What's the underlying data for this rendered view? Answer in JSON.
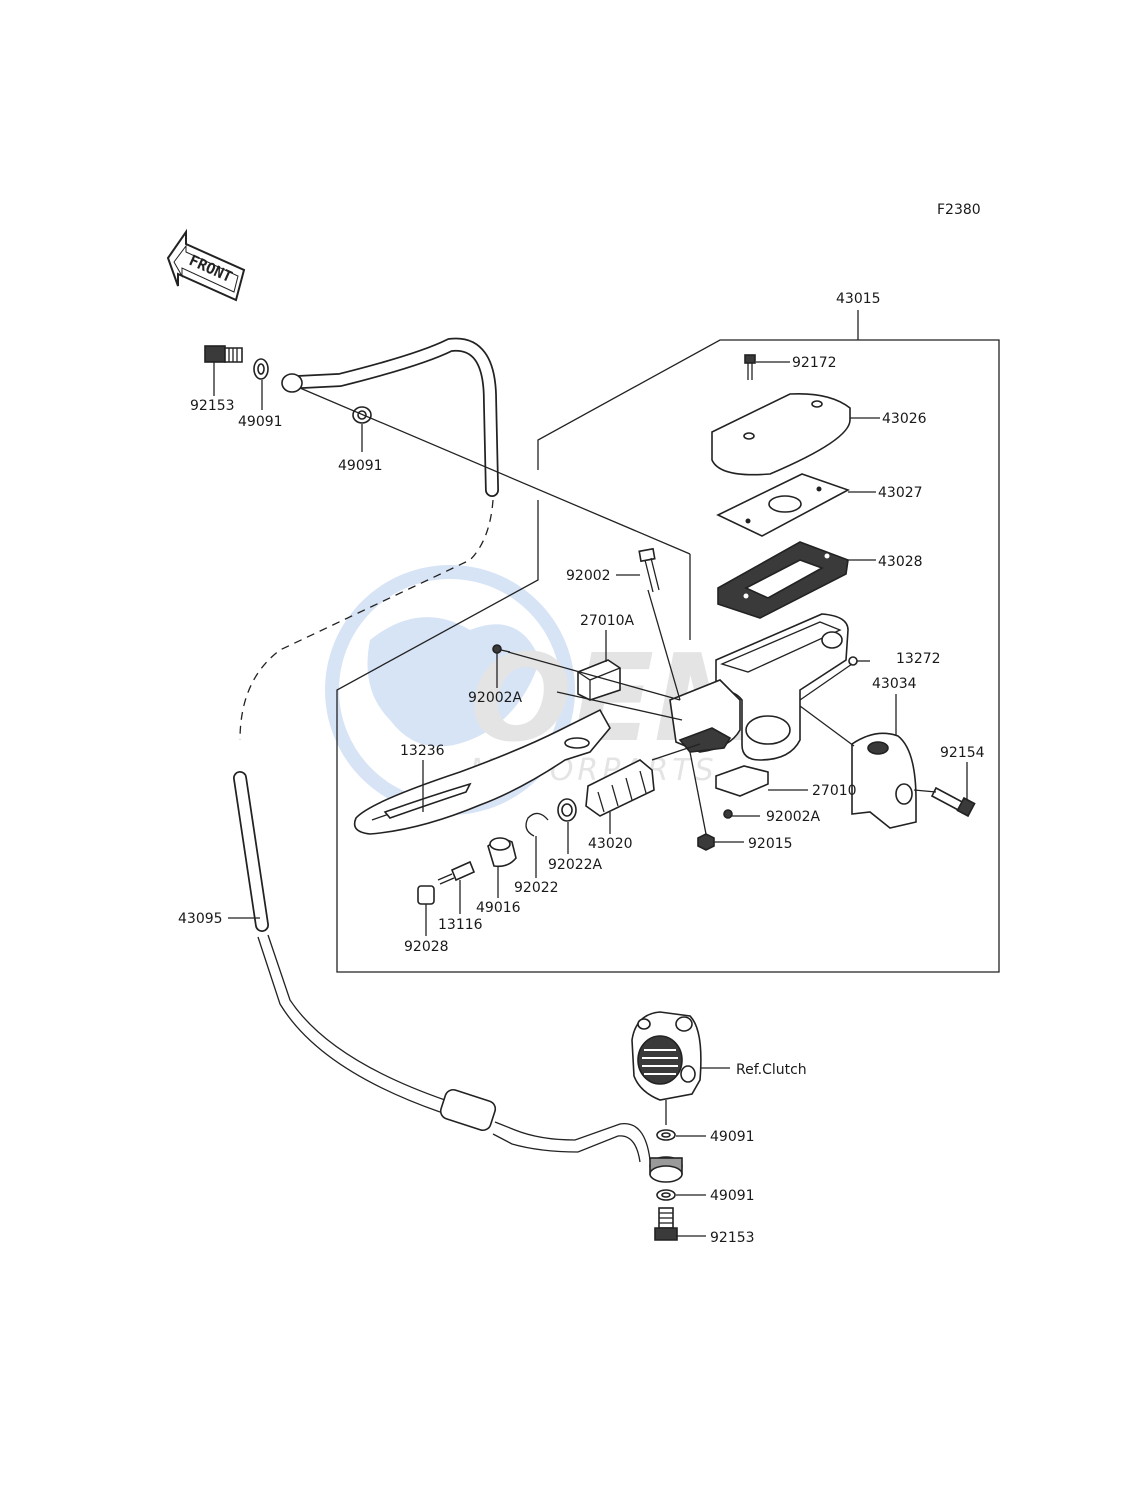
{
  "figure_code": "F2380",
  "front_arrow_text": "FRONT",
  "watermark": {
    "logo_text": "OEM",
    "sub_text": "MOTORPARTS"
  },
  "labels": {
    "p43015": "43015",
    "p92172": "92172",
    "p43026": "43026",
    "p43027": "43027",
    "p43028": "43028",
    "p92002": "92002",
    "p27010A": "27010A",
    "p13272": "13272",
    "p43034": "43034",
    "p92002A_top": "92002A",
    "p13236": "13236",
    "p92154": "92154",
    "p27010": "27010",
    "p92002A_bottom": "92002A",
    "p43020": "43020",
    "p92015": "92015",
    "p92022A": "92022A",
    "p92022": "92022",
    "p49016": "49016",
    "p13116": "13116",
    "p92028": "92028",
    "p43095": "43095",
    "p92153_top": "92153",
    "p49091_a": "49091",
    "p49091_b": "49091",
    "ref_clutch": "Ref.Clutch",
    "p49091_c": "49091",
    "p49091_d": "49091",
    "p92153_bottom": "92153"
  },
  "colors": {
    "line": "#222222",
    "watermark_blue": "#8fb3e6",
    "watermark_grey": "#b5b5b5"
  }
}
